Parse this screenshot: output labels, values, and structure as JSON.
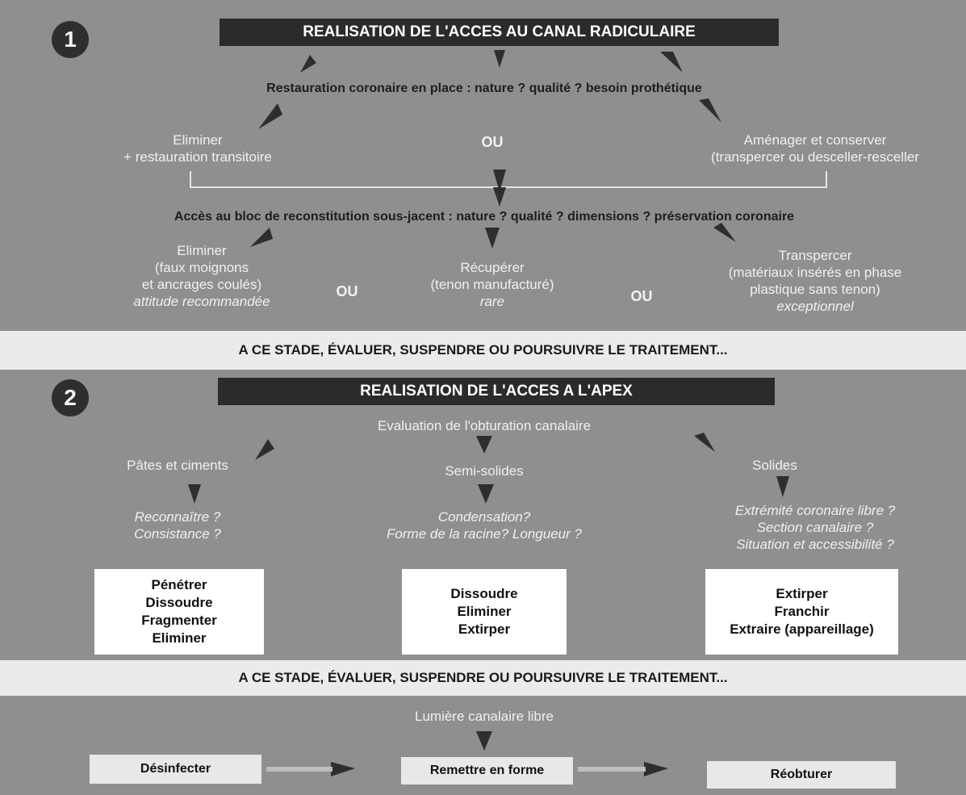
{
  "section1": {
    "number": "1",
    "title": "REALISATION DE L'ACCES AU CANAL RADICULAIRE",
    "question1": "Restauration coronaire en place : nature ? qualité ? besoin prothétique",
    "option_left": [
      "Eliminer",
      "+ restauration transitoire"
    ],
    "or_label": "OU",
    "option_right": [
      "Aménager et conserver",
      "(transpercer ou desceller-resceller"
    ],
    "question2": "Accès au bloc de reconstitution sous-jacent : nature ? qualité ? dimensions ? préservation coronaire",
    "choices": [
      {
        "lines": [
          "Eliminer",
          "(faux moignons",
          "et ancrages coulés)"
        ],
        "note": "attitude recommandée"
      },
      {
        "lines": [
          "Récupérer",
          "(tenon manufacturé)"
        ],
        "note": "rare"
      },
      {
        "lines": [
          "Transpercer",
          "(matériaux insérés en phase",
          "plastique sans tenon)"
        ],
        "note": "exceptionnel"
      }
    ],
    "or_a": "OU",
    "or_b": "OU"
  },
  "band1": "A CE STADE, ÉVALUER, SUSPENDRE OU POURSUIVRE LE TRAITEMENT...",
  "section2": {
    "number": "2",
    "title": "REALISATION DE L'ACCES A L'APEX",
    "evaluation": "Evaluation de l'obturation canalaire",
    "columns": [
      {
        "category": "Pâtes et ciments",
        "questions": [
          "Reconnaître ?",
          "Consistance ?"
        ],
        "actions": [
          "Pénétrer",
          "Dissoudre",
          "Fragmenter",
          "Eliminer"
        ]
      },
      {
        "category": "Semi-solides",
        "questions": [
          "Condensation?",
          "Forme de la racine? Longueur ?"
        ],
        "actions": [
          "Dissoudre",
          "Eliminer",
          "Extirper"
        ]
      },
      {
        "category": "Solides",
        "questions": [
          "Extrémité coronaire libre ?",
          "Section canalaire ?",
          "Situation et accessibilité ?"
        ],
        "actions": [
          "Extirper",
          "Franchir",
          "Extraire (appareillage)"
        ]
      }
    ]
  },
  "band2": "A CE STADE, ÉVALUER, SUSPENDRE OU POURSUIVRE LE TRAITEMENT...",
  "section3": {
    "lumen": "Lumière canalaire libre",
    "steps": [
      "Désinfecter",
      "Remettre en forme",
      "Réobturer"
    ]
  }
}
